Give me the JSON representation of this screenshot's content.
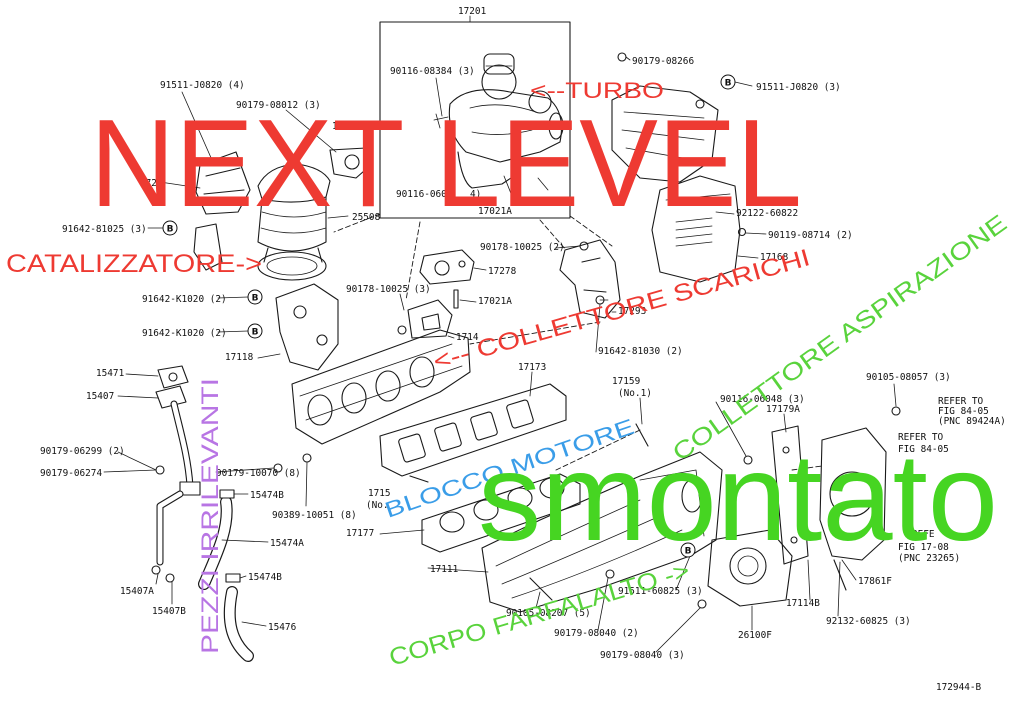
{
  "diagram": {
    "marker_letter": "B",
    "part_labels": [
      "17201",
      "90116-08384 (3)",
      "90179-08266",
      "91511-J0820 (4)",
      "91511-J0820 (3)",
      "90179-08012 (3)",
      "12",
      "172",
      "90116-0604",
      "4)",
      "17021A",
      "25508",
      "91642-81025 (3)",
      "92122-60822",
      "90119-08714 (2)",
      "90178-10025 (2)",
      "17278",
      "17168",
      "90178-10025 (3)",
      "17021A",
      "91642-K1020 (2)",
      "17293",
      "1714",
      "91642-K1020 (2)",
      "91642-81030 (2)",
      "17118",
      "17173",
      "15471",
      "17159",
      "(No.1)",
      "90105-08057 (3)",
      "15407",
      "90116-06048 (3)",
      "REFER TO",
      "FIG 84-05",
      "(PNC 89424A)",
      "17179A",
      "REFER TO",
      "FIG 84-05",
      "90179-06299 (2)",
      "90179-10070 (8)",
      "90179-06274",
      "15474B",
      "1715",
      "(No.",
      "90389-10051 (8)",
      "17177",
      "REFE",
      "FIG 17-08",
      "(PNC 23265)",
      "15474A",
      "17111",
      "17861F",
      "15474B",
      "15407A",
      "91511-60825 (3)",
      "17114B",
      "92132-60825 (3)",
      "15407B",
      "90105-08207 (5)",
      "15476",
      "90179-08040 (2)",
      "26100F",
      "90179-08040 (3)",
      "172944-B"
    ]
  },
  "annotations": {
    "next_level": "NEXT LEVEL",
    "turbo": "<--TURBO",
    "catalizzatore": "CATALIZZATORE->",
    "collettore_scarichi": "<-- COLLETTORE SCARICHI",
    "collettore_aspirazione": "COLLETTORE ASPIRAZIONE",
    "blocco_motore": "BLOCCO MOTORE",
    "smontato": "smontato",
    "corpo_farfalalto": "CORPO FARFALALTO ->",
    "pezzi_irrilevanti": "PEZZI IRRILEVANTI"
  },
  "colors": {
    "red": "#ee3a32",
    "green_big": "#46d522",
    "green": "#59d33c",
    "blue": "#3a9de8",
    "purple": "#b875e4"
  }
}
